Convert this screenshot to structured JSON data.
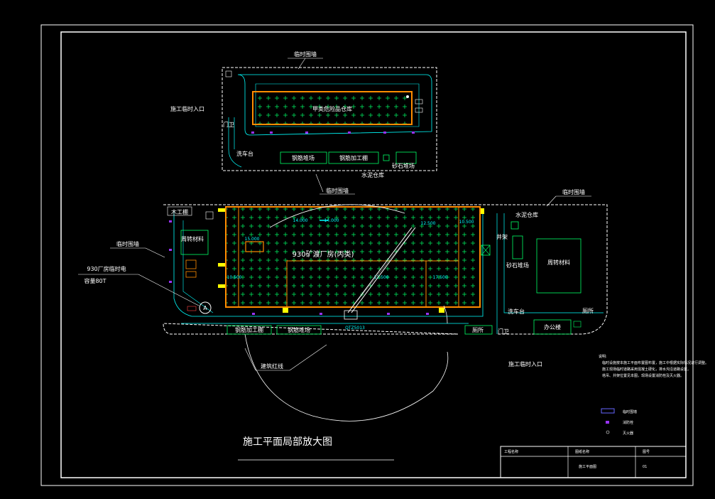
{
  "drawing": {
    "title": "施工平面局部放大图",
    "colors": {
      "background": "#000000",
      "border": "#ffffff",
      "building": "#ff8c00",
      "hatch": "#00ff66",
      "road": "#00ffff",
      "marker": "#9933ff",
      "equipment": "#ffff00"
    }
  },
  "upper_site": {
    "temp_wall_top": "临时围墙",
    "temp_wall_bottom": "临时围墙",
    "entrance": "施工临时入口",
    "gate_guard": "门卫",
    "car_wash": "洗车台",
    "rebar_yard": "钢筋堆场",
    "rebar_shed": "钢筋加工棚",
    "sand_yard": "砂石堆场",
    "cement_store": "水泥仓库",
    "building_label": "甲类危险品仓库"
  },
  "lower_site": {
    "wood_shed": "木工棚",
    "temp_wall_left": "临时围墙",
    "temp_wall_right": "临时围墙",
    "turnover_left": "周转材料",
    "turnover_right": "周转材料",
    "substation_line1": "930厂房临时电",
    "substation_line2": "容量80T",
    "marker_a": "A",
    "main_building": "930矿渡厂房(丙类)",
    "elev_1": "15.000",
    "elev_2": "14.000",
    "elev_3": "14.000",
    "elev_4": "12.500",
    "elev_5": "10.500",
    "elev_6": "10.500",
    "elev_7": "12.500",
    "elev_8": "17.500",
    "crane": "QTZ5013",
    "rebar_shed": "钢筋加工棚",
    "rebar_yard": "钢筋堆场",
    "cement_store": "水泥仓库",
    "hoist": "井架",
    "sand_yard": "砂石堆场",
    "car_wash": "洗车台",
    "toilet_top": "厕所",
    "toilet_bottom": "厕所",
    "gate_guard": "门卫",
    "office": "办公楼",
    "entrance": "施工临时入口",
    "red_line": "建筑红线"
  },
  "notes": {
    "heading": "说明:",
    "lines": [
      "临时设施按本施工平面布置图布置，施工中根据实际情况进行调整。",
      "施工现场临时道路采用混凝土硬化，排水沟沿道路设置。",
      "塔吊、井架位置见本图，现场设置消防栓及灭火器。"
    ]
  },
  "legend": {
    "items": [
      {
        "label": "临时围墙"
      },
      {
        "label": "消防栓"
      },
      {
        "label": "灭火器"
      }
    ]
  },
  "title_block": {
    "cell_1": "工程名称",
    "cell_2": "图纸名称",
    "cell_3": "图号",
    "cell_4": "施工平面图",
    "cell_5": "01"
  }
}
